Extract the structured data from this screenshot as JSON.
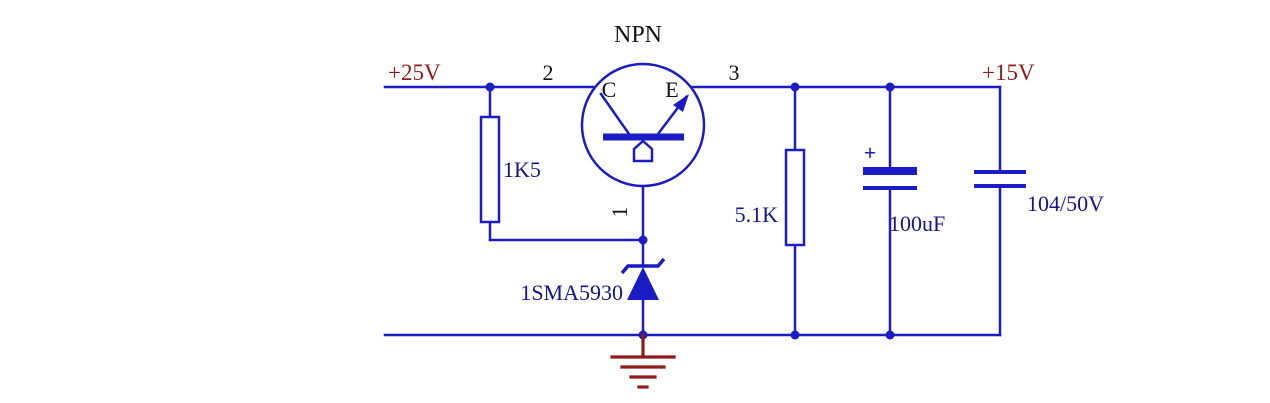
{
  "diagram": {
    "type": "circuit-schematic",
    "description": "NPN series pass transistor voltage regulator with zener reference",
    "power": {
      "input": "+25V",
      "output": "+15V"
    },
    "nets": {
      "base": "1",
      "collector": "2",
      "emitter": "3"
    },
    "transistor": {
      "type_label": "NPN",
      "collector_pin": "C",
      "emitter_pin": "E"
    },
    "resistors": {
      "r1": "1K5",
      "r2": "5.1K"
    },
    "capacitors": {
      "c1_polarity": "+",
      "c1": "100uF",
      "c2": "104/50V"
    },
    "zener": "1SMA5930"
  },
  "colors": {
    "schematic_blue": "#1c1cc4",
    "power_label_red": "#8e1b1b",
    "component_navy": "#15158f",
    "text_black": "#111111",
    "background": "#ffffff"
  }
}
